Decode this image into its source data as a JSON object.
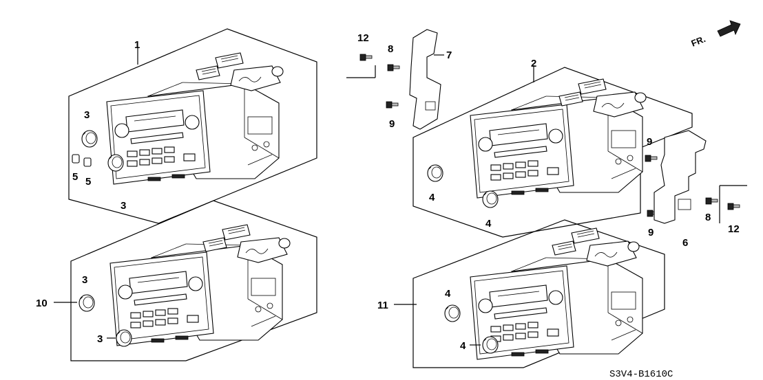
{
  "diagram_code": "S3V4-B1610C",
  "direction_label": "FR.",
  "callouts": {
    "c1": "1",
    "c2": "2",
    "c3a": "3",
    "c3b": "3",
    "c3c": "3",
    "c3d": "3",
    "c4a": "4",
    "c4b": "4",
    "c4c": "4",
    "c4d": "4",
    "c5a": "5",
    "c5b": "5",
    "c6": "6",
    "c7": "7",
    "c8a": "8",
    "c8b": "8",
    "c9a": "9",
    "c9b": "9",
    "c9c": "9",
    "c10": "10",
    "c11": "11",
    "c12a": "12",
    "c12b": "12"
  }
}
